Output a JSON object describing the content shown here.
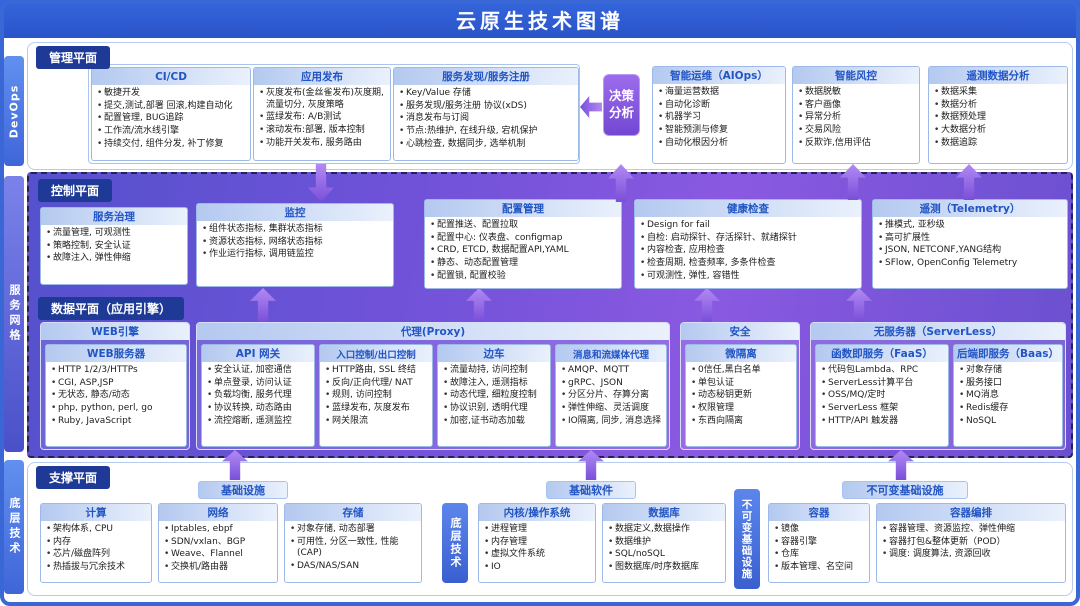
{
  "title": "云原生技术图谱",
  "side_labels": {
    "devops": "DevOps",
    "service_mesh": "服务网格",
    "base_tech": "底层技术"
  },
  "management": {
    "label": "管理平面",
    "left_cards": [
      {
        "title": "CI/CD",
        "items": [
          "敏捷开发",
          "提交,测试,部署 回滚,构建自动化",
          "配置管理, BUG追踪",
          "工作流/流水线引擎",
          "持续交付, 组件分发, 补丁修复"
        ]
      },
      {
        "title": "应用发布",
        "items": [
          "灰度发布(金丝雀发布)灰度期, 流量切分, 灰度策略",
          "蓝绿发布: A/B测试",
          "滚动发布:部署, 版本控制",
          "功能开关发布, 服务路由"
        ]
      },
      {
        "title": "服务发现/服务注册",
        "items": [
          "Key/Value 存储",
          "服务发现/服务注册 协议(xDS)",
          "消息发布与订阅",
          "节点:热维护, 在线升级, 宕机保护",
          "心跳检查, 数据同步, 选举机制"
        ]
      }
    ],
    "decision": "决策分析",
    "right_cards": [
      {
        "title": "智能运维（AIOps）",
        "items": [
          "海量运营数据",
          "自动化诊断",
          "机器学习",
          "智能预测与修复",
          "自动化根因分析"
        ]
      },
      {
        "title": "智能风控",
        "items": [
          "数据脱敏",
          "客户画像",
          "异常分析",
          "交易风险",
          "反欺诈,信用评估"
        ]
      },
      {
        "title": "遥测数据分析",
        "items": [
          "数据采集",
          "数据分析",
          "数据预处理",
          "大数据分析",
          "数据追踪"
        ]
      }
    ]
  },
  "control": {
    "label": "控制平面",
    "cards": [
      {
        "title": "服务治理",
        "items": [
          "流量管理, 可观测性",
          "策略控制, 安全认证",
          "故障注入, 弹性伸缩"
        ]
      },
      {
        "title": "监控",
        "items": [
          "组件状态指标, 集群状态指标",
          "资源状态指标, 网络状态指标",
          "作业运行指标, 调用链监控"
        ]
      },
      {
        "title": "配置管理",
        "items": [
          "配置推送、配置拉取",
          "配置中心: 仪表盘、configmap",
          "CRD, ETCD, 数据配置API,YAML",
          "静态、动态配置管理",
          "配置锁, 配置校验"
        ]
      },
      {
        "title": "健康检查",
        "items": [
          "Design for fail",
          "自检: 启动探针、存活探针、就绪探针",
          "内容检查, 应用检查",
          "检查周期, 检查频率, 多条件检查",
          "可观测性, 弹性, 容错性"
        ]
      },
      {
        "title": "遥测（Telemetry）",
        "items": [
          "推模式, 亚秒级",
          "高可扩展性",
          "JSON, NETCONF,YANG结构",
          "SFlow, OpenConfig Telemetry"
        ]
      }
    ]
  },
  "data_plane": {
    "label": "数据平面（应用引擎）",
    "groups": [
      {
        "title": "WEB引擎",
        "cards": [
          {
            "title": "WEB服务器",
            "items": [
              "HTTP 1/2/3/HTTPs",
              "CGI, ASP,JSP",
              "无状态, 静态/动态",
              "php, python, perl, go",
              "Ruby, JavaScript"
            ]
          }
        ]
      },
      {
        "title": "代理(Proxy)",
        "cards": [
          {
            "title": "API 网关",
            "items": [
              "安全认证, 加密通信",
              "单点登录, 访问认证",
              "负载均衡, 服务代理",
              "协议转换, 动态路由",
              "流控熔断, 遥测监控"
            ]
          },
          {
            "title": "入口控制/出口控制",
            "items": [
              "HTTP路由, SSL 终结",
              "反向/正向代理/ NAT",
              "规则, 访问控制",
              "蓝绿发布, 灰度发布",
              "网关限流"
            ]
          },
          {
            "title": "边车",
            "items": [
              "流量劫持, 访问控制",
              "故障注入, 遥测指标",
              "动态代理, 细粒度控制",
              "协议识别, 透明代理",
              "加密,证书动态加载"
            ]
          },
          {
            "title": "消息和流媒体代理",
            "items": [
              "AMQP、MQTT",
              "gRPC、JSON",
              "分区分片、存算分离",
              "弹性伸缩、灵活调度",
              "IO隔离, 同步, 消息选择"
            ]
          }
        ]
      },
      {
        "title": "安全",
        "cards": [
          {
            "title": "微隔离",
            "items": [
              "0信任,黑白名单",
              "单包认证",
              "动态秘钥更新",
              "权限管理",
              "东西向隔离"
            ]
          }
        ]
      },
      {
        "title": "无服务器（ServerLess）",
        "cards": [
          {
            "title": "函数即服务（FaaS）",
            "items": [
              "代码包Lambda、RPC",
              "ServerLess计算平台",
              "OSS/MQ/定时",
              "ServerLess 框架",
              "HTTP/API 触发器"
            ]
          },
          {
            "title": "后端即服务（Baas）",
            "items": [
              "对象存储",
              "服务接口",
              "MQ消息",
              "Redis缓存",
              "NoSQL"
            ]
          }
        ]
      }
    ]
  },
  "support": {
    "label": "支撑平面",
    "infra": {
      "label": "基础设施",
      "cards": [
        {
          "title": "计算",
          "items": [
            "架构体系, CPU",
            "内存",
            "芯片/磁盘阵列",
            "热插拔与冗余技术"
          ]
        },
        {
          "title": "网络",
          "items": [
            "Iptables, ebpf",
            "SDN/vxlan、BGP",
            "Weave、Flannel",
            "交换机/路由器"
          ]
        },
        {
          "title": "存储",
          "items": [
            "对象存储, 动态部署",
            "可用性, 分区一致性, 性能(CAP)",
            "DAS/NAS/SAN"
          ]
        }
      ]
    },
    "base_tech_vertical": "底层技术",
    "software": {
      "label": "基础软件",
      "cards": [
        {
          "title": "内核/操作系统",
          "items": [
            "进程管理",
            "内存管理",
            "虚拟文件系统",
            "IO"
          ]
        },
        {
          "title": "数据库",
          "items": [
            "数据定义,数据操作",
            "数据维护",
            "SQL/noSQL",
            "图数据库/时序数据库"
          ]
        }
      ]
    },
    "immutable": {
      "vertical_label": "不可变基础设施",
      "label": "不可变基础设施",
      "cards": [
        {
          "title": "容器",
          "items": [
            "镜像",
            "容器引擎",
            "仓库",
            "版本管理、名空间"
          ]
        },
        {
          "title": "容器编排",
          "items": [
            "容器管理、资源监控、弹性伸缩",
            "容器打包&整体更新（POD）",
            "调度: 调度算法, 资源回收"
          ]
        }
      ]
    }
  },
  "colors": {
    "frame-blue": "#3a67d6",
    "header-blue": "#3566dd",
    "navy-label": "#1f3a96",
    "card-head-from": "#b4c9f0",
    "card-head-to": "#eaf1fc",
    "card-head-text": "#2255c4",
    "card-border": "#9db9e8",
    "purple-from": "#5551cd",
    "purple-mid": "#8a59e1",
    "purple-to": "#6a50cf",
    "arrow-purple": "#7a4fd8",
    "side-blue": "#3f66d8",
    "mesh-indigo": "#4a50c8"
  }
}
